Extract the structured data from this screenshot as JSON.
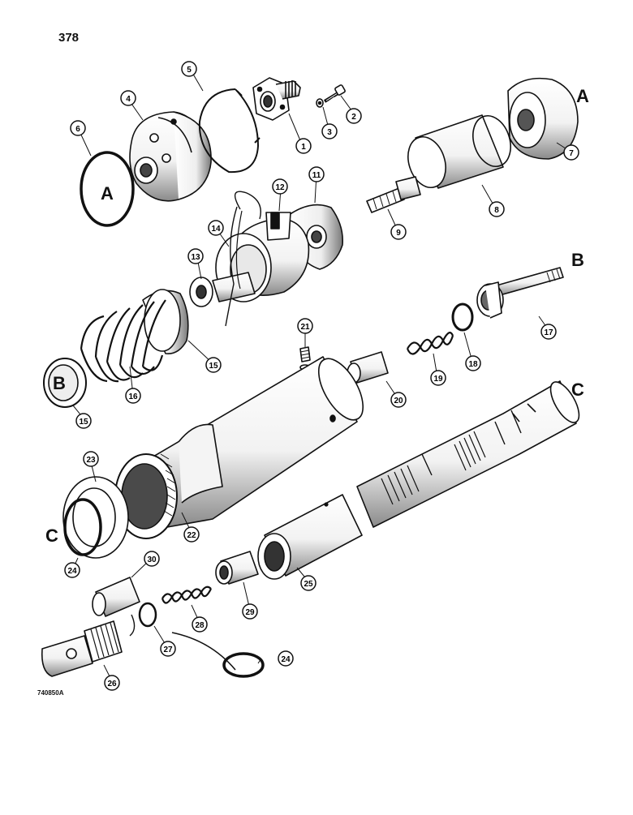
{
  "page_number": "378",
  "figure_code": "740850A",
  "callouts": [
    "1",
    "2",
    "3",
    "4",
    "5",
    "6",
    "7",
    "8",
    "9",
    "11",
    "12",
    "13",
    "14",
    "15",
    "15",
    "16",
    "17",
    "18",
    "19",
    "20",
    "21",
    "22",
    "23",
    "24",
    "24",
    "25",
    "26",
    "27",
    "28",
    "29",
    "30"
  ],
  "references": [
    "A",
    "A",
    "B",
    "B",
    "C",
    "C"
  ],
  "colors": {
    "ink": "#111111",
    "paper": "#ffffff",
    "shade": "#555555"
  }
}
